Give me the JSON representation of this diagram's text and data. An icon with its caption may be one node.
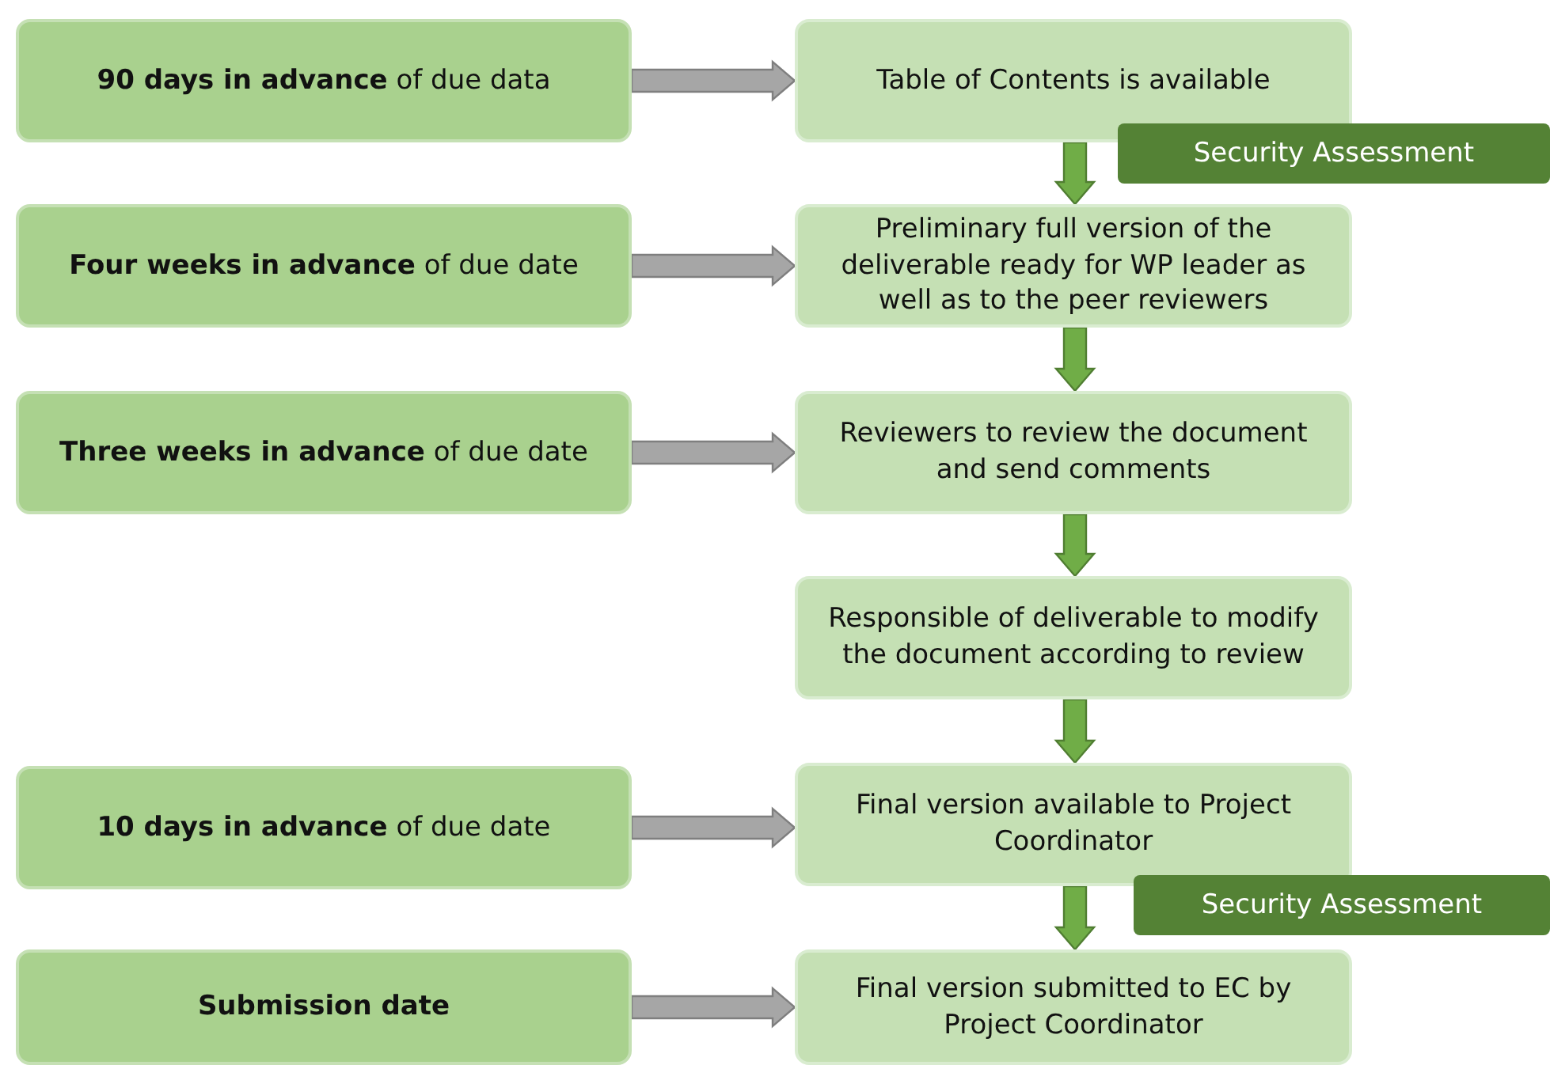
{
  "diagram": {
    "nodes": [
      {
        "text": [
          "**90 days in advance** of due data"
        ]
      },
      {
        "text": [
          "Table of Contents is available"
        ]
      },
      {
        "text": [
          "Security Assessment"
        ]
      },
      {
        "text": [
          "**Four weeks in advance** of due date"
        ]
      },
      {
        "text": [
          "Preliminary full version of the deliverable ready for WP leader as well as to the peer reviewers"
        ]
      },
      {
        "text": [
          "**Three weeks in advance** of due date"
        ]
      },
      {
        "text": [
          "Reviewers to review the document and send comments"
        ]
      },
      {
        "text": [
          "Responsible of deliverable to modify the document according to review"
        ]
      },
      {
        "text": [
          "**10 days in advance** of due date"
        ]
      },
      {
        "text": [
          "Final version available to Project Coordinator"
        ]
      },
      {
        "text": [
          "Security Assessment"
        ]
      },
      {
        "text": [
          "Submission date"
        ]
      },
      {
        "text": [
          "Final version submitted to EC by Project Coordinator"
        ]
      }
    ],
    "edges": [
      {
        "from": 0,
        "to": 1,
        "arrow": "to",
        "style": "thick",
        "color": "#a6a6a6"
      },
      {
        "from": 1,
        "to": 4,
        "arrow": "to",
        "style": "thick",
        "color": "#70ad47"
      },
      {
        "from": 3,
        "to": 4,
        "arrow": "to",
        "style": "thick",
        "color": "#a6a6a6"
      },
      {
        "from": 4,
        "to": 6,
        "arrow": "to",
        "style": "thick",
        "color": "#70ad47"
      },
      {
        "from": 5,
        "to": 6,
        "arrow": "to",
        "style": "thick",
        "color": "#a6a6a6"
      },
      {
        "from": 6,
        "to": 7,
        "arrow": "to",
        "style": "thick",
        "color": "#70ad47"
      },
      {
        "from": 7,
        "to": 9,
        "arrow": "to",
        "style": "thick",
        "color": "#70ad47"
      },
      {
        "from": 8,
        "to": 9,
        "arrow": "to",
        "style": "thick",
        "color": "#a6a6a6"
      },
      {
        "from": 9,
        "to": 12,
        "arrow": "to",
        "style": "thick",
        "color": "#70ad47"
      },
      {
        "from": 11,
        "to": 12,
        "arrow": "to",
        "style": "thick",
        "color": "#a6a6a6"
      }
    ]
  }
}
